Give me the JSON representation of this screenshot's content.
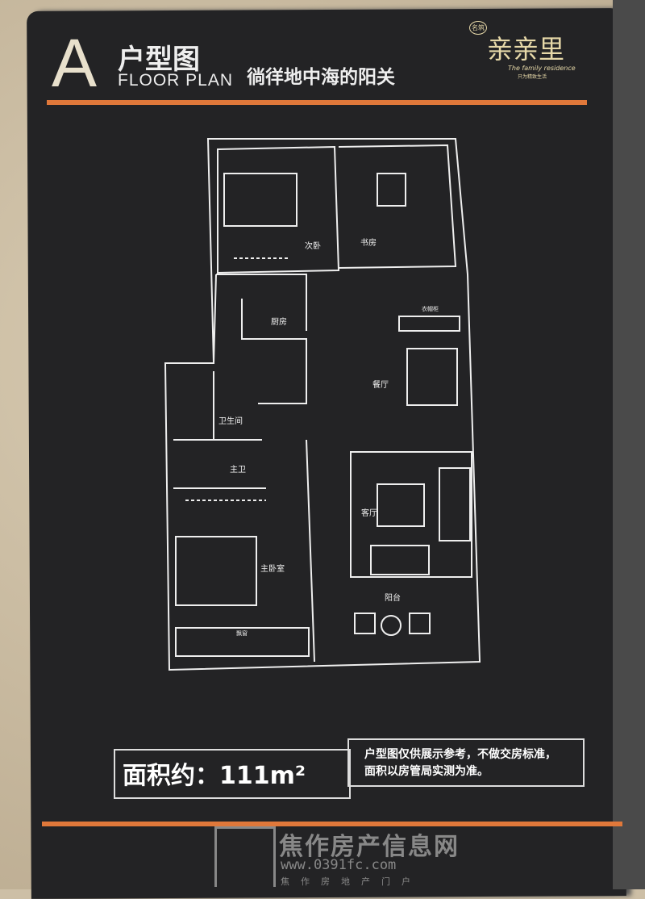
{
  "header": {
    "letter": "A",
    "title": "户型图",
    "subtitle": "FLOOR PLAN",
    "slogan": "徜徉地中海的阳关"
  },
  "logo": {
    "badge": "名筑",
    "name": "亲亲里",
    "tagline": "The family residence",
    "sub": "只为精致生活"
  },
  "rooms": {
    "second_bedroom": "次卧",
    "study": "书房",
    "kitchen": "厨房",
    "wardrobe": "衣帽柜",
    "dining": "餐厅",
    "bathroom": "卫生间",
    "master_bath": "主卫",
    "living": "客厅",
    "master_bedroom": "主卧室",
    "balcony": "阳台",
    "bay_window": "飘窗"
  },
  "footer": {
    "area": "面积约：111m²",
    "note_line1": "户型图仅供展示参考，不做交房标准，",
    "note_line2": "面积以房管局实测为准。"
  },
  "watermark": {
    "name": "焦作房产信息网",
    "url": "www.0391fc.com",
    "sub": "焦作房地产门户"
  },
  "colors": {
    "accent": "#e0783a",
    "board": "#232325"
  }
}
